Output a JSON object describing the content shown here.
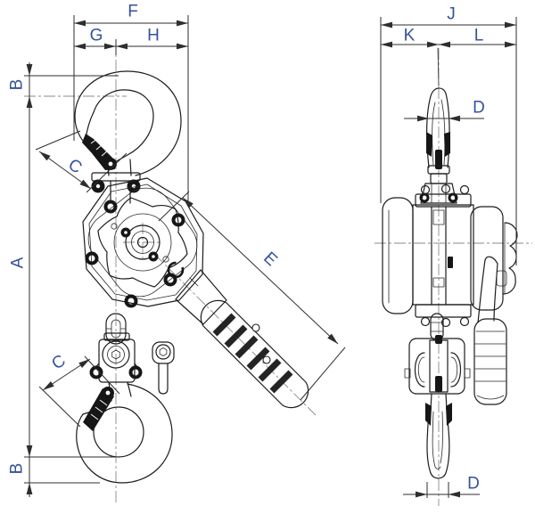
{
  "drawing": {
    "figure_type": "engineering dimensional drawing",
    "subject": "manual lever chain hoist, front view and side view",
    "background": "#ffffff",
    "line_color": "#1c1c1c",
    "centerline_color": "#8a8a8a",
    "dimension_line_color": "#2e2e2e",
    "label_color": "#35529b"
  },
  "labels": [
    {
      "id": "dim-f",
      "text": "F",
      "view": "front",
      "measures": "overall width"
    },
    {
      "id": "dim-g",
      "text": "G",
      "view": "front",
      "measures": "left width to hook centerline"
    },
    {
      "id": "dim-h",
      "text": "H",
      "view": "front",
      "measures": "hook centerline to right edge"
    },
    {
      "id": "dim-b-top",
      "text": "B",
      "view": "front",
      "measures": "top hook throat"
    },
    {
      "id": "dim-a",
      "text": "A",
      "view": "front",
      "measures": "hook saddle to hook saddle reach"
    },
    {
      "id": "dim-c-top",
      "text": "C",
      "view": "front",
      "measures": "top hook opening"
    },
    {
      "id": "dim-c-bottom",
      "text": "C",
      "view": "front",
      "measures": "bottom hook opening"
    },
    {
      "id": "dim-b-bottom",
      "text": "B",
      "view": "front",
      "measures": "bottom hook throat"
    },
    {
      "id": "dim-e",
      "text": "E",
      "view": "front",
      "measures": "lever handle length"
    },
    {
      "id": "dim-j",
      "text": "J",
      "view": "side",
      "measures": "overall depth"
    },
    {
      "id": "dim-k",
      "text": "K",
      "view": "side",
      "measures": "left depth to centerline"
    },
    {
      "id": "dim-l",
      "text": "L",
      "view": "side",
      "measures": "centerline to right edge"
    },
    {
      "id": "dim-d-top",
      "text": "D",
      "view": "side",
      "measures": "top hook section diameter"
    },
    {
      "id": "dim-d-bottom",
      "text": "D",
      "view": "side",
      "measures": "bottom hook section diameter"
    }
  ]
}
